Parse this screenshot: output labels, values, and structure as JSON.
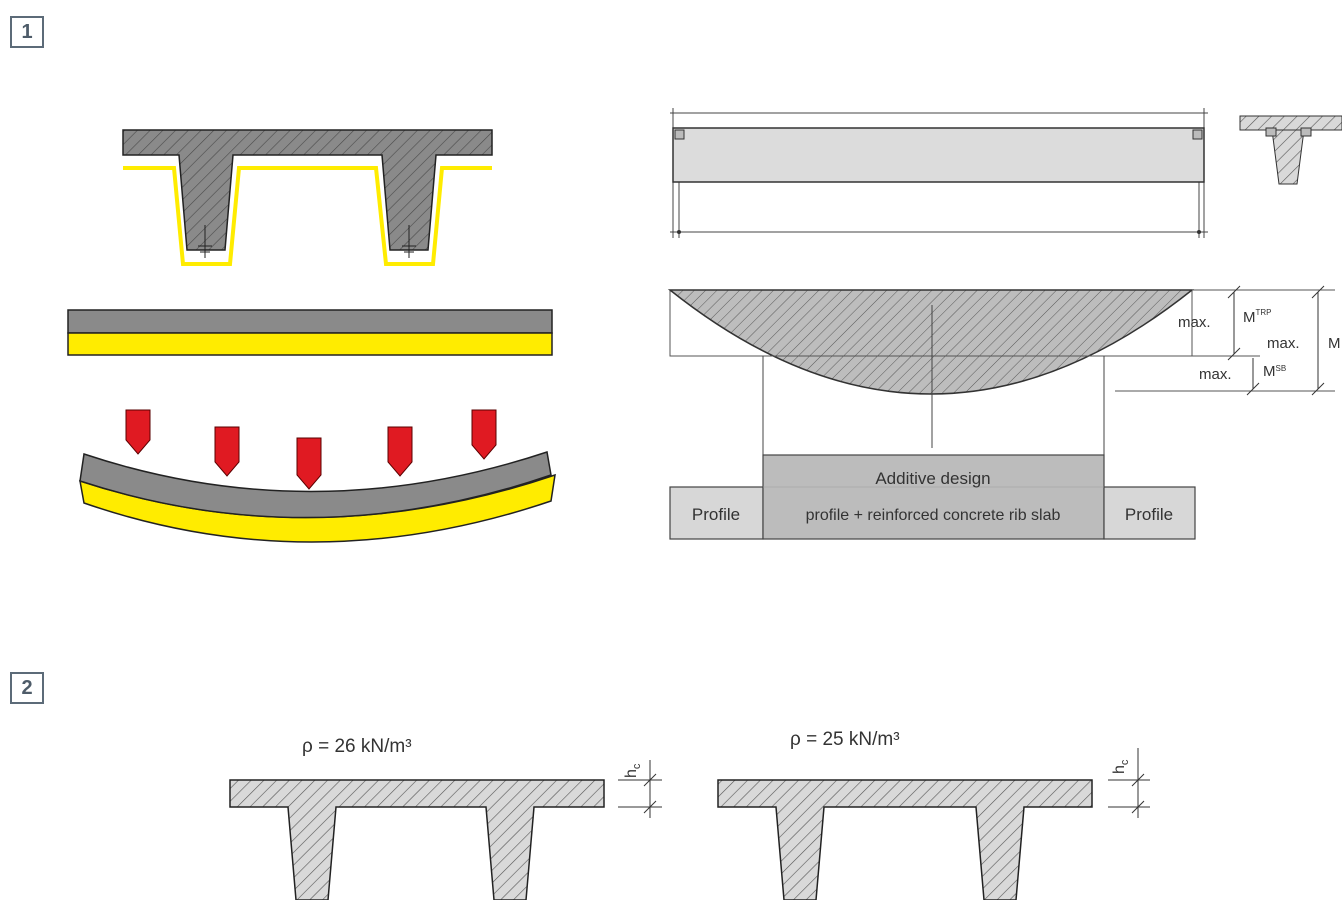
{
  "figure1": {
    "number": "1",
    "design_box": {
      "line1": "Additive design",
      "line2": "profile + reinforced concrete rib slab"
    },
    "left_box": "Profile",
    "right_box": "Profile",
    "moment_labels": {
      "max_trp": "max.",
      "m_trp_base": "M",
      "m_trp_sup": "TRP",
      "max_total": "max.",
      "m_total": "M",
      "max_sb": "max.",
      "m_sb_base": "M",
      "m_sb_sup": "SB"
    }
  },
  "figure2": {
    "number": "2",
    "left_density": "ρ = 26 kN/m³",
    "right_density": "ρ = 25 kN/m³",
    "left_hc_base": "h",
    "left_hc_sub": "c",
    "right_hc_base": "h",
    "right_hc_sub": "c"
  },
  "colors": {
    "concrete_dark": "#8a8a8a",
    "concrete_light": "#d9d9d9",
    "profile_yellow": "#ffec00",
    "load_red": "#e01a22",
    "hatch": "#555555",
    "figure_border": "#5c6b78"
  }
}
